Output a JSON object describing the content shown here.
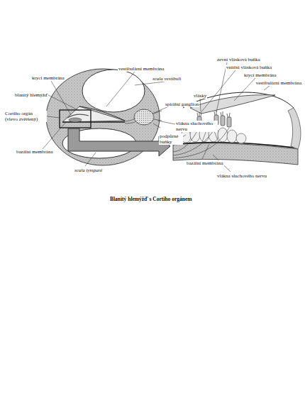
{
  "diagram": {
    "caption": "Blanitý hlemýžď s Cortiho orgánem",
    "labels": [
      "vestibulární membrána",
      "zevní vlásková buňka",
      "vnitřní vlásková buňka",
      "krycí membrána",
      "krycí membrána",
      "scala vestibuli",
      "vestibulární membrána",
      "blanitý hlemýžď",
      "vlásky",
      "spirální ganglion",
      "Cortiho orgán (vlevo zvětšený)",
      "vlákna sluchového nervu",
      "podpůrné buňky",
      "bazální membrána",
      "bazální membrána",
      "scala tympani",
      "vlákna sluchového nervu"
    ]
  }
}
